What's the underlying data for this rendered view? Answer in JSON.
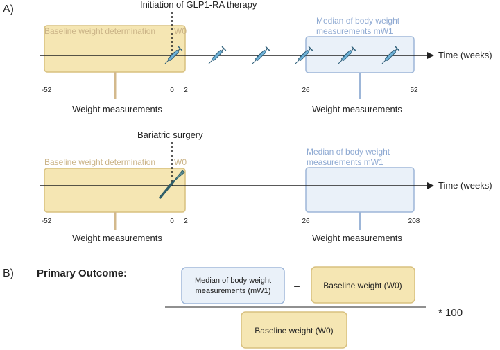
{
  "panel_a": {
    "label": "A)",
    "timeline1": {
      "event_label": "Initiation of GLP1-RA therapy",
      "baseline_box_label": "Baseline weight determination",
      "w0_label": "W0",
      "median_box_label_line1": "Median of body weight",
      "median_box_label_line2": "measurements mW1",
      "axis_label": "Time (weeks)",
      "ticks": [
        "-52",
        "0",
        "2",
        "26",
        "52"
      ],
      "left_caption": "Weight measurements",
      "right_caption": "Weight measurements",
      "event_icon": "syringe-icon"
    },
    "timeline2": {
      "event_label": "Bariatric surgery",
      "baseline_box_label": "Baseline weight determination",
      "w0_label": "W0",
      "median_box_label_line1": "Median of body weight",
      "median_box_label_line2": "measurements mW1",
      "axis_label": "Time (weeks)",
      "ticks": [
        "-52",
        "0",
        "2",
        "26",
        "208"
      ],
      "left_caption": "Weight measurements",
      "right_caption": "Weight measurements",
      "event_icon": "scalpel-icon"
    }
  },
  "panel_b": {
    "label": "B)",
    "title": "Primary Outcome:",
    "numerator_left_line1": "Median of body weight",
    "numerator_left_line2": "measurements (mW1)",
    "minus": "–",
    "numerator_right": "Baseline weight (W0)",
    "denominator": "Baseline weight (W0)",
    "multiplier": "* 100"
  },
  "colors": {
    "baseline_fill": "#f5e6b3",
    "baseline_stroke": "#d8c07f",
    "baseline_text": "#cbb488",
    "median_fill": "#eaf1f9",
    "median_stroke": "#9db6d8",
    "median_text": "#8ea9d2",
    "axis": "#222222"
  }
}
